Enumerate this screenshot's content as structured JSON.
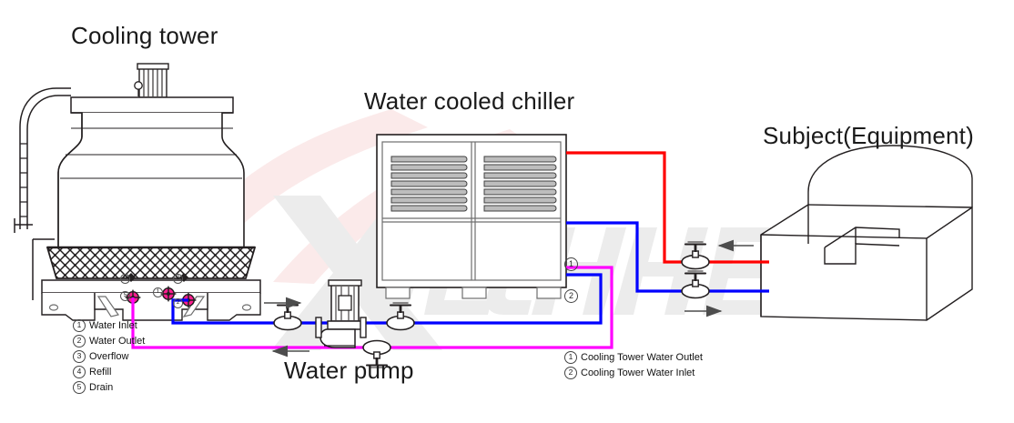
{
  "titles": {
    "cooling_tower": "Cooling tower",
    "chiller": "Water cooled chiller",
    "equipment": "Subject(Equipment)",
    "pump": "Water pump"
  },
  "watermark": {
    "text": "XJECHENG",
    "logo_glyph": "X",
    "color": "#ebebeb",
    "accent_color": "#fbe9e9"
  },
  "tower_legend": [
    {
      "num": "①",
      "label": "Water Inlet"
    },
    {
      "num": "②",
      "label": "Water Outlet"
    },
    {
      "num": "③",
      "label": "Overflow"
    },
    {
      "num": "④",
      "label": "Refill"
    },
    {
      "num": "⑤",
      "label": "Drain"
    }
  ],
  "chiller_legend": [
    {
      "num": "①",
      "label": "Cooling Tower Water Outlet"
    },
    {
      "num": "②",
      "label": "Cooling Tower Water Inlet"
    }
  ],
  "pipe_callouts": [
    {
      "num": "①",
      "name": "magenta-pipe-callout"
    },
    {
      "num": "②",
      "name": "blue-pipe-callout"
    }
  ],
  "tower_ports": [
    {
      "num": "①",
      "name": "port-water-inlet"
    },
    {
      "num": "②",
      "name": "port-water-outlet"
    },
    {
      "num": "③",
      "name": "port-overflow"
    },
    {
      "num": "④",
      "name": "port-refill"
    },
    {
      "num": "⑤",
      "name": "port-drain"
    }
  ],
  "colors": {
    "hot_supply_red": "#ff0000",
    "return_blue": "#0000ff",
    "tower_feed_magenta": "#ff00ff",
    "outline": "#231f20",
    "light_outline": "#6f6f6f",
    "fill_white": "#ffffff",
    "arrow_gray": "#4d4d4d"
  },
  "flow_arrows": [
    {
      "name": "pump-suction-arrow",
      "direction": "right"
    },
    {
      "name": "magenta-return-arrow",
      "direction": "left"
    },
    {
      "name": "equipment-supply-arrow",
      "direction": "left"
    },
    {
      "name": "equipment-return-arrow",
      "direction": "right"
    }
  ]
}
